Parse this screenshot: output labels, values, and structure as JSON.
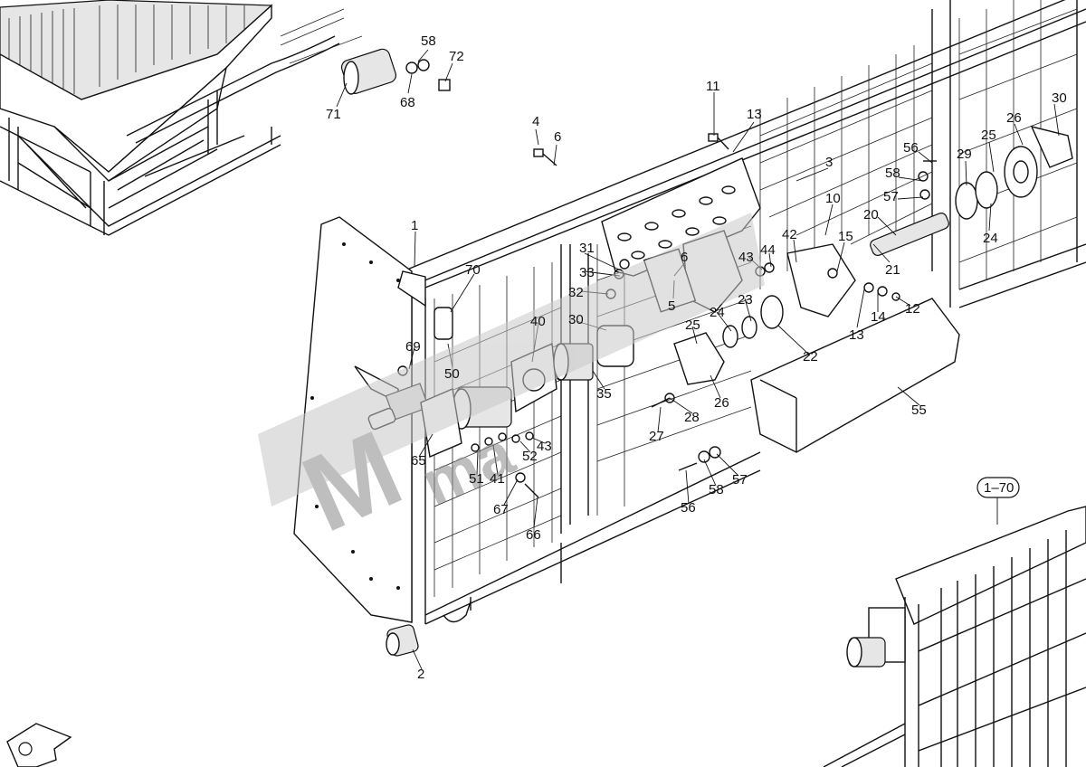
{
  "diagram": {
    "callouts": [
      {
        "id": "c58a",
        "text": "58"
      },
      {
        "id": "c72",
        "text": "72"
      },
      {
        "id": "c71",
        "text": "71"
      },
      {
        "id": "c68",
        "text": "68"
      },
      {
        "id": "c11",
        "text": "11"
      },
      {
        "id": "c13a",
        "text": "13"
      },
      {
        "id": "c4",
        "text": "4"
      },
      {
        "id": "c6a",
        "text": "6"
      },
      {
        "id": "c30a",
        "text": "30"
      },
      {
        "id": "c26a",
        "text": "26"
      },
      {
        "id": "c25a",
        "text": "25"
      },
      {
        "id": "c29",
        "text": "29"
      },
      {
        "id": "c56a",
        "text": "56"
      },
      {
        "id": "c58b",
        "text": "58"
      },
      {
        "id": "c57a",
        "text": "57"
      },
      {
        "id": "c3",
        "text": "3"
      },
      {
        "id": "c10",
        "text": "10"
      },
      {
        "id": "c20",
        "text": "20"
      },
      {
        "id": "c24a",
        "text": "24"
      },
      {
        "id": "c1",
        "text": "1"
      },
      {
        "id": "c31",
        "text": "31"
      },
      {
        "id": "c6b",
        "text": "6"
      },
      {
        "id": "c43a",
        "text": "43"
      },
      {
        "id": "c44",
        "text": "44"
      },
      {
        "id": "c42",
        "text": "42"
      },
      {
        "id": "c15",
        "text": "15"
      },
      {
        "id": "c21",
        "text": "21"
      },
      {
        "id": "c70",
        "text": "70"
      },
      {
        "id": "c33",
        "text": "33"
      },
      {
        "id": "c32",
        "text": "32"
      },
      {
        "id": "c30b",
        "text": "30"
      },
      {
        "id": "c5",
        "text": "5"
      },
      {
        "id": "c23",
        "text": "23"
      },
      {
        "id": "c24b",
        "text": "24"
      },
      {
        "id": "c14",
        "text": "14"
      },
      {
        "id": "c12",
        "text": "12"
      },
      {
        "id": "c13b",
        "text": "13"
      },
      {
        "id": "c40",
        "text": "40"
      },
      {
        "id": "c25b",
        "text": "25"
      },
      {
        "id": "c22",
        "text": "22"
      },
      {
        "id": "c69",
        "text": "69"
      },
      {
        "id": "c50",
        "text": "50"
      },
      {
        "id": "c35",
        "text": "35"
      },
      {
        "id": "c26b",
        "text": "26"
      },
      {
        "id": "c55",
        "text": "55"
      },
      {
        "id": "c28",
        "text": "28"
      },
      {
        "id": "c27",
        "text": "27"
      },
      {
        "id": "c65",
        "text": "65"
      },
      {
        "id": "c52",
        "text": "52"
      },
      {
        "id": "c43b",
        "text": "43"
      },
      {
        "id": "c51",
        "text": "51"
      },
      {
        "id": "c41",
        "text": "41"
      },
      {
        "id": "c57b",
        "text": "57"
      },
      {
        "id": "c58c",
        "text": "58"
      },
      {
        "id": "c56b",
        "text": "56"
      },
      {
        "id": "c67",
        "text": "67"
      },
      {
        "id": "c66",
        "text": "66"
      },
      {
        "id": "c170",
        "text": "1–70"
      },
      {
        "id": "c2",
        "text": "2"
      }
    ]
  },
  "watermark": {
    "line1": "M",
    "line2": "ma",
    "color": "#8a8a8a"
  }
}
